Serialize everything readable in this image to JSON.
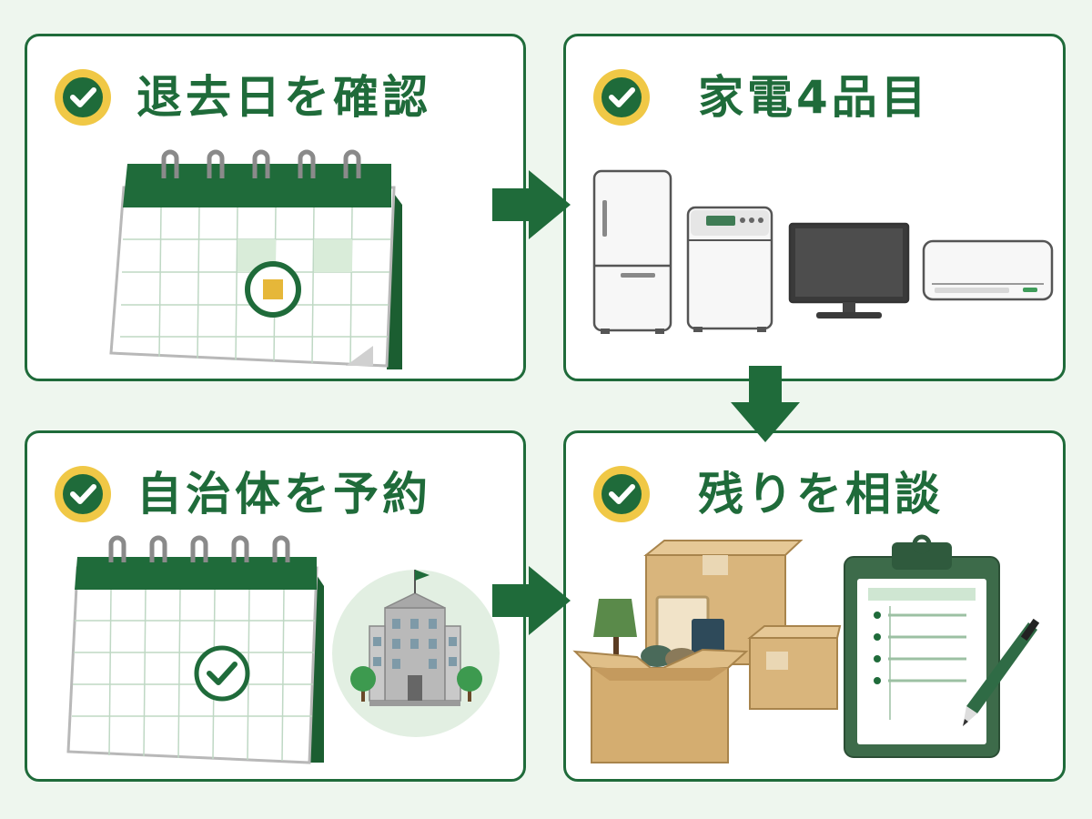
{
  "colors": {
    "brand_green": "#1f6b3a",
    "check_yellow": "#f0c846",
    "background": "#eef6ee",
    "cardboard": "#d9b57c"
  },
  "steps": [
    {
      "title": "退去日を確認",
      "icon": "calendar-icon"
    },
    {
      "title": "家電4品目",
      "icon": "appliances-icon"
    },
    {
      "title": "自治体を予約",
      "icon": "municipal-office-icon"
    },
    {
      "title": "残りを相談",
      "icon": "boxes-clipboard-icon"
    }
  ]
}
